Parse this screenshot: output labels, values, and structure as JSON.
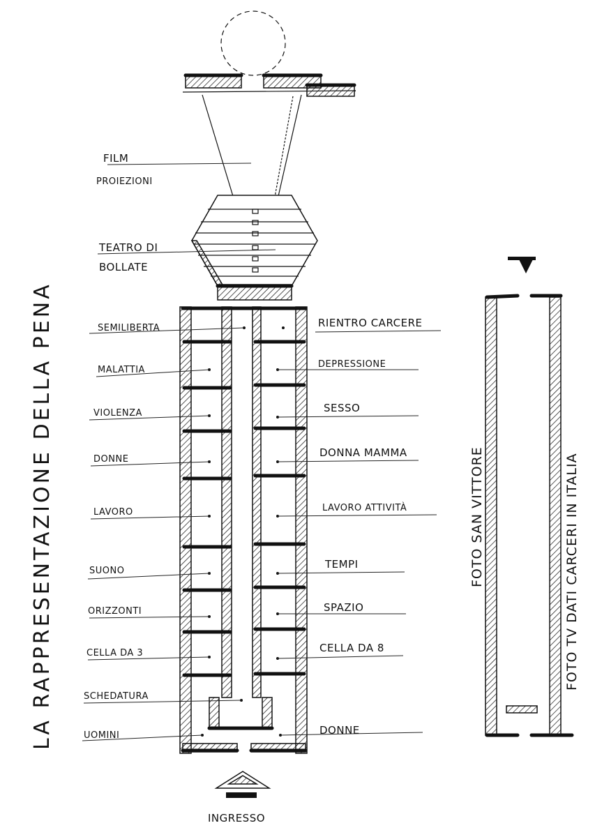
{
  "title": "LA RAPPRESENTAZIONE DELLA PENA",
  "top_labels": {
    "film": "FILM",
    "proiezioni": "PROIEZIONI",
    "teatro_line1": "TEATRO DI",
    "teatro_line2": "BOLLATE"
  },
  "left_labels": [
    "SEMILIBERTA",
    "MALATTIA",
    "VIOLENZA",
    "DONNE",
    "LAVORO",
    "SUONO",
    "ORIZZONTI",
    "CELLA DA 3",
    "SCHEDATURA",
    "UOMINI"
  ],
  "right_labels": [
    "RIENTRO CARCERE",
    "DEPRESSIONE",
    "SESSO",
    "DONNA MAMMA",
    "LAVORO ATTIVITÀ",
    "TEMPI",
    "SPAZIO",
    "CELLA DA 8",
    "DONNE"
  ],
  "entrance_label": "INGRESSO",
  "side_corridor": {
    "inner_label": "FOTO SAN VITTORE",
    "outer_label": "FOTO TV  DATI CARCERI IN ITALIA"
  }
}
